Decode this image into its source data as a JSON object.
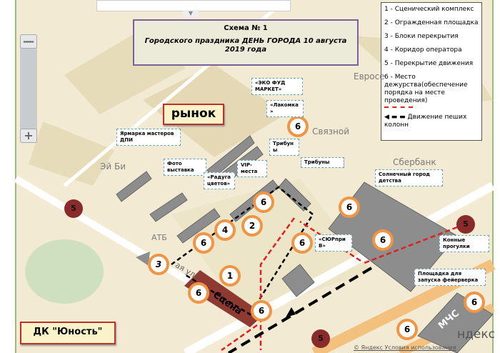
{
  "title": {
    "line1": "Схема № 1",
    "line2": "Городского праздника  ДЕНЬ ГОРОДА 10  августа 2019 года"
  },
  "legend": [
    "1 - Сценический комплекс",
    "2 - Огражденная площадка",
    "3 - Блоки перекрытия",
    "4 - Коридор оператора",
    "5 - Перекрытие движения",
    "6 - Место дежурства(обеспечение порядка на месте проведения)",
    "Движение пеших колонн"
  ],
  "callouts": {
    "eco": "«ЭКО ФУД МАРКЕТ»",
    "lakomka": "«Лакомка »",
    "yarmarka": "Ярмарка мастеров ДПИ",
    "tribun1": "Трибун ы",
    "foto": "Фото выставка",
    "vip": "VIP-места",
    "raduga": "«Радуга цветов»",
    "tribun2": "Трибуны",
    "solnech": "Солнечный город детства",
    "surpriz": "«СЮРпри В»",
    "konnye": "Конные прогулки",
    "feierverk": "Площадка для запуска фейерверка"
  },
  "badges": {
    "rynok": "рынок",
    "dk": "ДК \"Юность\""
  },
  "map_labels": {
    "evroset": "Евросе",
    "svyaznoy": "Связной",
    "sberbank": "Сбербанк",
    "eyby": "Эй Би",
    "atb": "АТБ",
    "scena": "Сцена",
    "mchs": "МЧС",
    "street": "ая ул.",
    "yandex": "ндекс",
    "copyright": "© Яндекс  Условия использования"
  },
  "zoom": {
    "minus": "—",
    "plus": "+"
  },
  "markers": {
    "m1": "1",
    "m2": "2",
    "m3": "3",
    "m4": "4",
    "m5": "5",
    "m6": "6"
  },
  "colors": {
    "marker_ring": "#ef9545",
    "closure": "#8a2b2b",
    "route": "#e02020"
  }
}
